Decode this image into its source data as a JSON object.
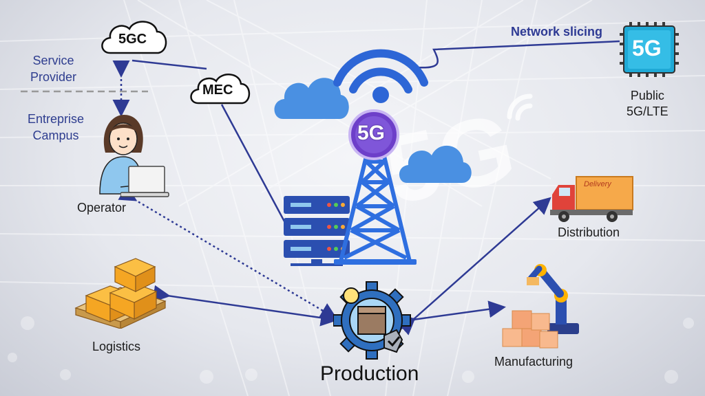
{
  "diagram": {
    "cloud_5gc": "5GC",
    "cloud_mec": "MEC",
    "service_provider": "Service\nProvider",
    "enterprise_campus": "Entreprise\nCampus",
    "operator": "Operator",
    "tower_badge": "5G",
    "network_slicing": "Network slicing",
    "chip_label": "5G",
    "public_network": "Public\n5G/LTE",
    "distribution": "Distribution",
    "manufacturing": "Manufacturing",
    "logistics": "Logistics",
    "production": "Production",
    "truck_sign": "Delivery",
    "background_logo": "5G"
  },
  "colors": {
    "connector": "#2e3a94",
    "tower": "#2f6fe0",
    "cloud": "#4a90e2",
    "chip": "#1fa9d6",
    "server": "#2b4fb0"
  },
  "icons": [
    "wifi-icon",
    "cloud-icon",
    "server-rack-icon",
    "tower-icon",
    "chip-icon",
    "truck-icon",
    "robot-arm-icon",
    "boxes-icon",
    "pallet-icon",
    "gear-icon",
    "person-icon",
    "laptop-icon"
  ]
}
